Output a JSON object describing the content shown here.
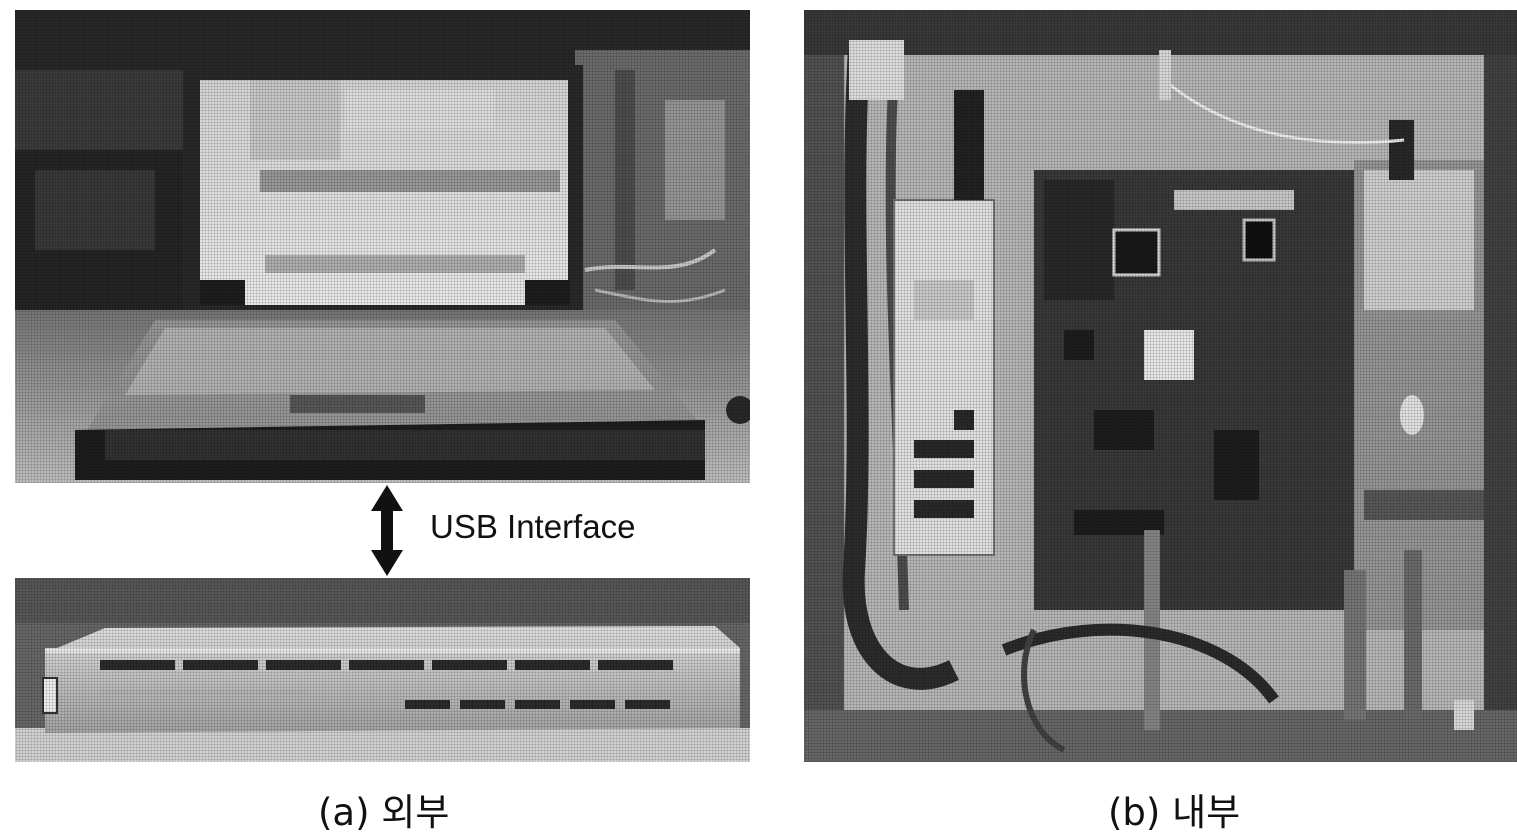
{
  "figure": {
    "interface_label": "USB Interface",
    "caption_a": "(a) 외부",
    "caption_b": "(b) 내부"
  },
  "colors": {
    "photo_base": "#8a8a8a",
    "ink": "#111111"
  }
}
